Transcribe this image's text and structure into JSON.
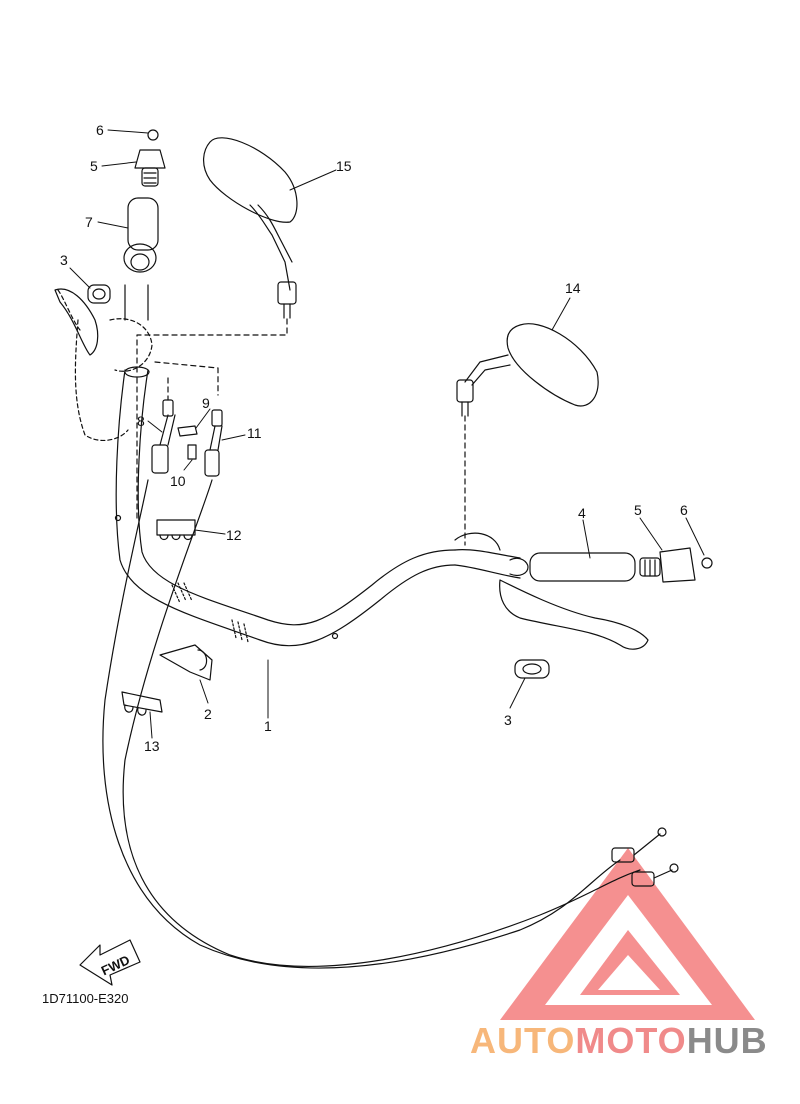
{
  "diagram": {
    "code": "1D71100-E320",
    "fwd_label": "FWD",
    "callouts": [
      {
        "id": "6",
        "text": "6"
      },
      {
        "id": "5",
        "text": "5"
      },
      {
        "id": "7",
        "text": "7"
      },
      {
        "id": "3",
        "text": "3"
      },
      {
        "id": "15",
        "text": "15"
      },
      {
        "id": "14",
        "text": "14"
      },
      {
        "id": "8",
        "text": "8"
      },
      {
        "id": "9",
        "text": "9"
      },
      {
        "id": "11",
        "text": "11"
      },
      {
        "id": "10",
        "text": "10"
      },
      {
        "id": "12",
        "text": "12"
      },
      {
        "id": "4",
        "text": "4"
      },
      {
        "id": "5b",
        "text": "5"
      },
      {
        "id": "6b",
        "text": "6"
      },
      {
        "id": "2",
        "text": "2"
      },
      {
        "id": "1",
        "text": "1"
      },
      {
        "id": "3b",
        "text": "3"
      },
      {
        "id": "13",
        "text": "13"
      }
    ]
  },
  "watermark": {
    "auto": "AUTO",
    "moto": "MOTO",
    "hub": "HUB",
    "colors": {
      "auto": "#f7b77a",
      "moto": "#f08a8a",
      "hub": "#8a8a8a",
      "triangle": "#f26b6b"
    }
  }
}
